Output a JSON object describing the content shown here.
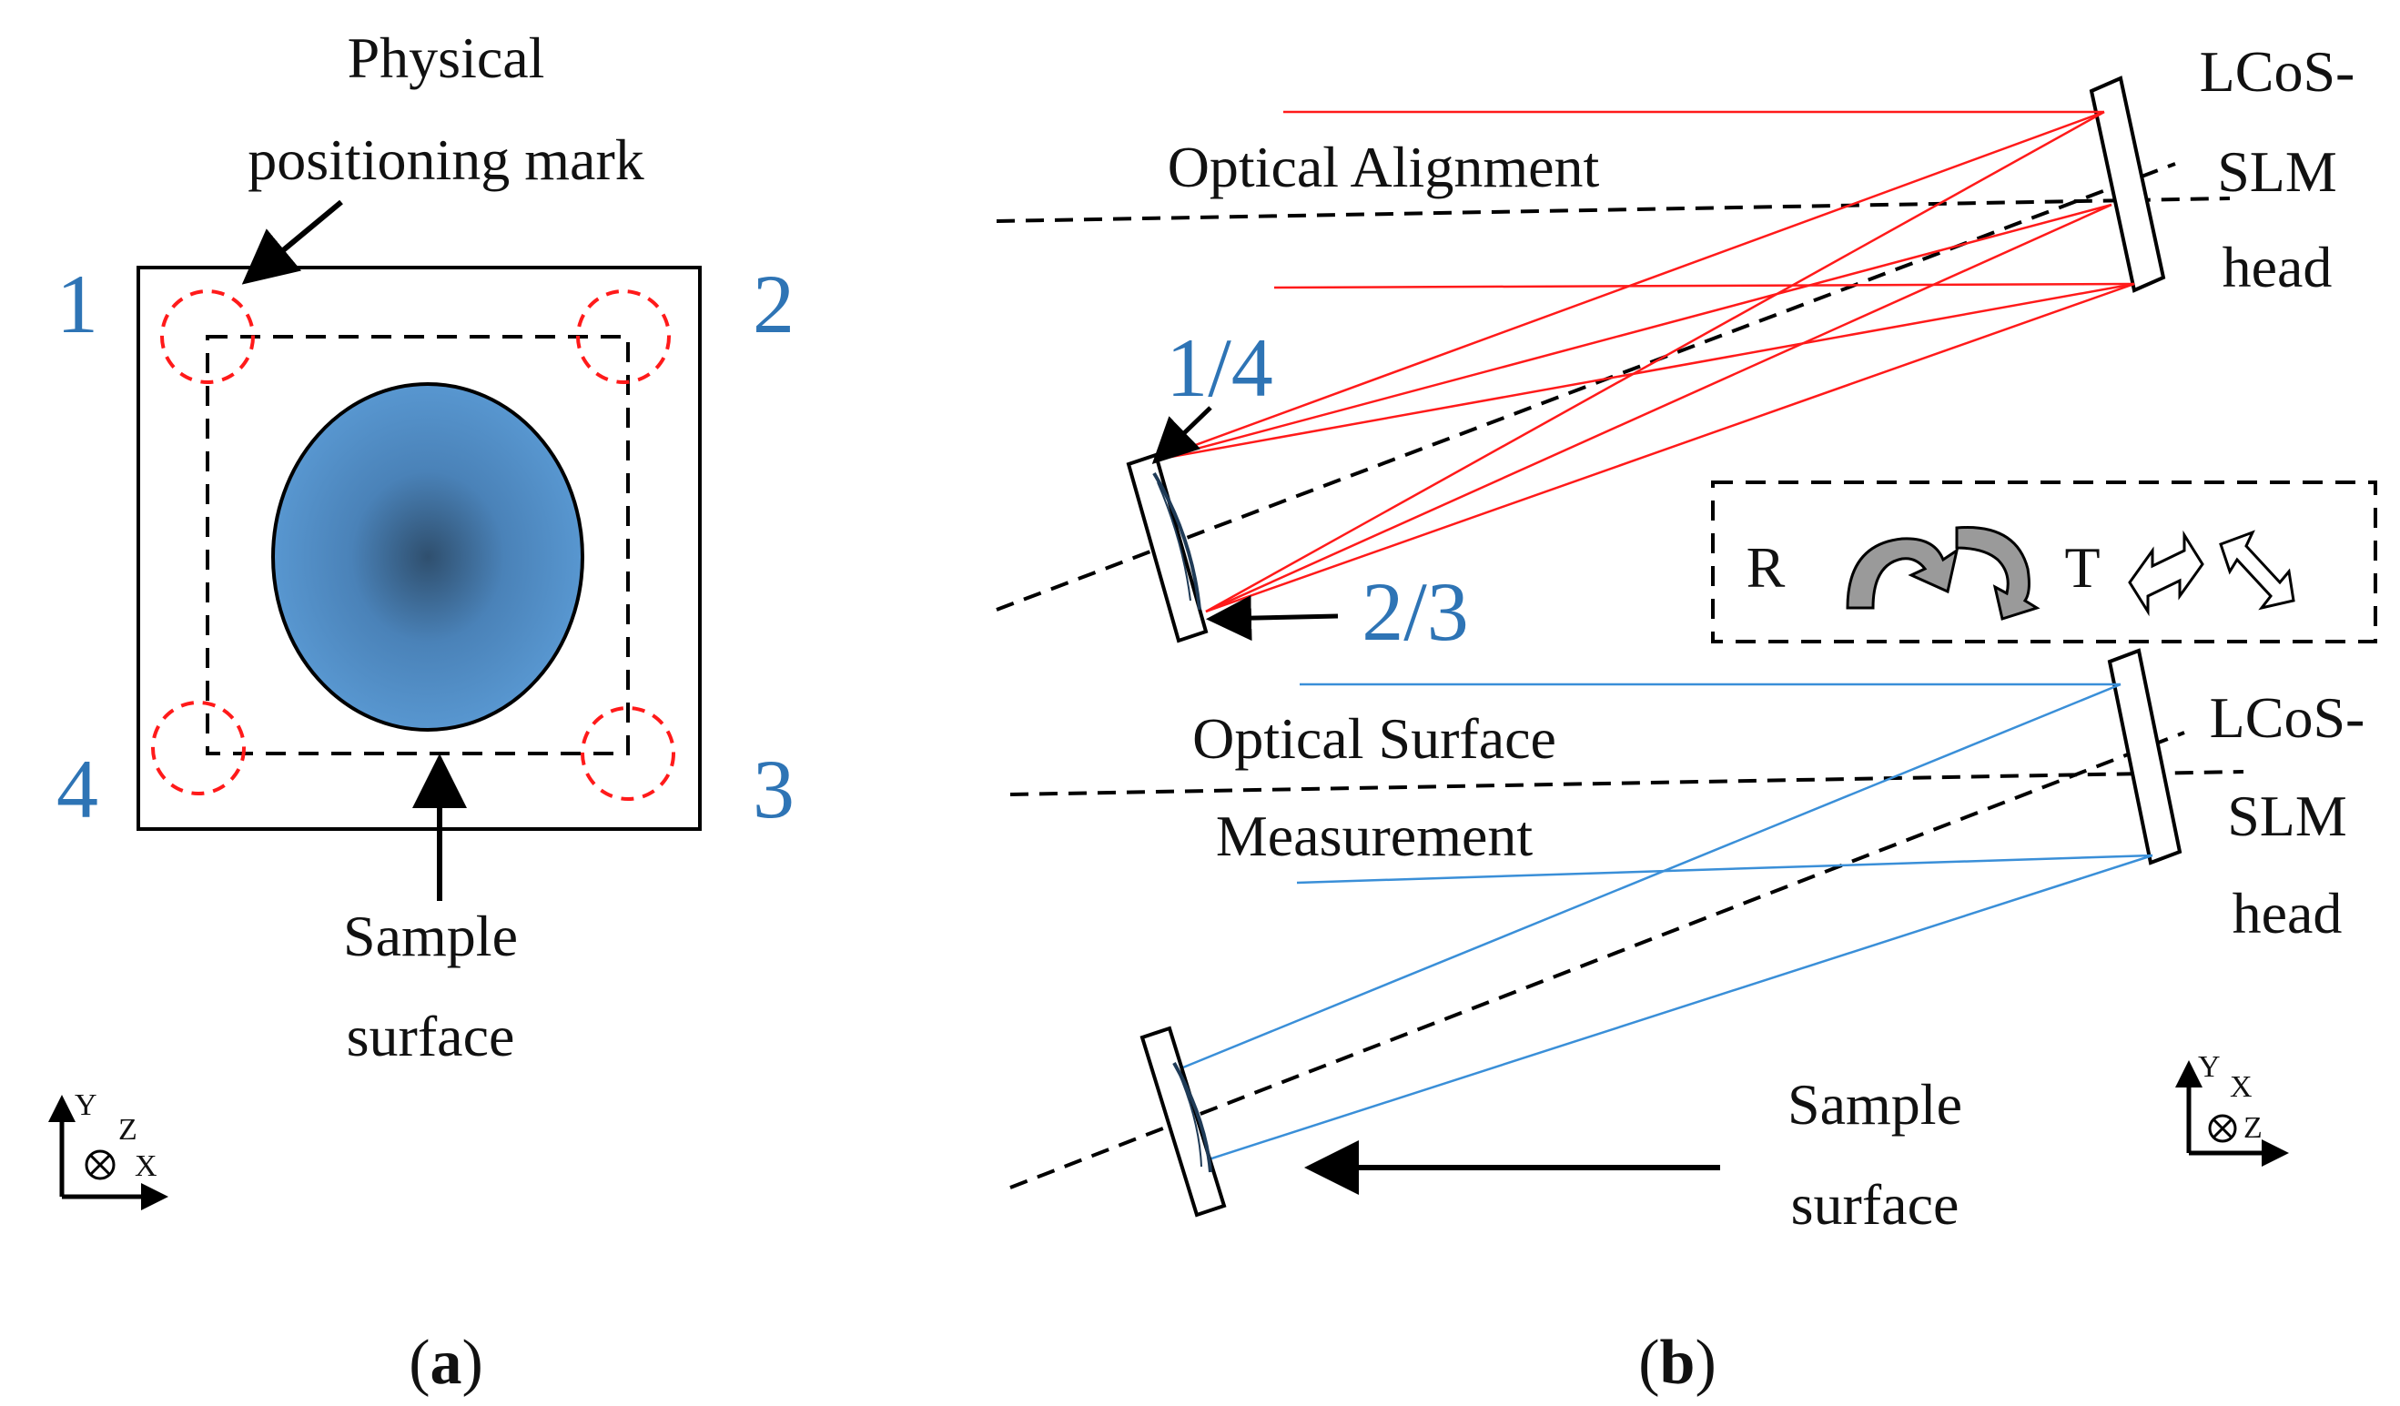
{
  "panel_a": {
    "label_physical": "Physical",
    "label_positioning_mark": "positioning mark",
    "corner_1": "1",
    "corner_2": "2",
    "corner_3": "3",
    "corner_4": "4",
    "label_sample": "Sample",
    "label_surface": "surface",
    "axis_y": "Y",
    "axis_z": "Z",
    "axis_x": "X",
    "caption": "(a)"
  },
  "panel_b": {
    "label_optical_alignment": "Optical Alignment",
    "top_head_line1": "LCoS-",
    "top_head_line2": "SLM",
    "top_head_line3": "head",
    "mark_1_4": "1/4",
    "mark_2_3": "2/3",
    "legend_r": "R",
    "legend_t": "T",
    "label_optical_surface": "Optical Surface",
    "label_measurement": "Measurement",
    "bottom_head_line1": "LCoS-",
    "bottom_head_line2": "SLM",
    "bottom_head_line3": "head",
    "label_sample": "Sample",
    "label_surface": "surface",
    "axis_y": "Y",
    "axis_x": "X",
    "axis_z": "Z",
    "caption": "(b)"
  },
  "colors": {
    "red_beam": "#ff1a1a",
    "blue_beam": "#3a8fd8",
    "sample_blue": "#5b9bd5",
    "number_blue": "#2e74b5"
  }
}
